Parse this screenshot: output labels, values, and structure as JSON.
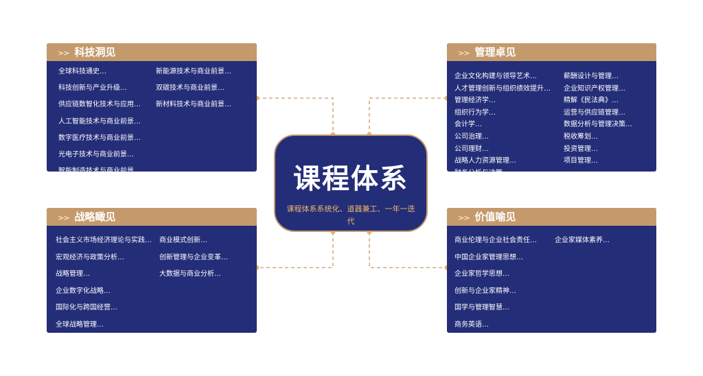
{
  "center": {
    "title": "课程体系",
    "subtitle": "课程体系系统化、道器兼工、一年一迭代"
  },
  "panels": {
    "tl": {
      "title": "科技洞见",
      "col1": [
        "全球科技通史…",
        "科技创新与产业升级…",
        "供应链数智化技术与应用…",
        "人工智能技术与商业前景…",
        "数字医疗技术与商业前景…",
        "光电子技术与商业前景…",
        "智能制造技术与商业前景…"
      ],
      "col2": [
        "新能源技术与商业前景…",
        "双碳技术与商业前景…",
        "新材料技术与商业前景…"
      ]
    },
    "tr": {
      "title": "管理卓见",
      "col1": [
        "企业文化构建与领导艺术…",
        "人才管理创新与组织绩效提升…",
        "管理经济学…",
        "组织行为学…",
        "会计学…",
        "公司治理…",
        "公司理财…",
        "战略人力资源管理…",
        "财务分析与决策…"
      ],
      "col2": [
        "薪酬设计与管理…",
        "企业知识产权管理…",
        "精解《民法典》…",
        "运营与供应链管理…",
        "数据分析与管理决策…",
        "税收筹划…",
        "投资管理…",
        "项目管理…"
      ]
    },
    "bl": {
      "title": "战略瞰见",
      "col1": [
        "社会主义市场经济理论与实践…",
        "宏观经济与政策分析…",
        "战略管理…",
        "企业数字化战略…",
        "国际化与跨国经营…",
        "全球战略管理…"
      ],
      "col2": [
        "商业模式创新…",
        "创新管理与企业变革…",
        "大数据与商业分析…"
      ]
    },
    "br": {
      "title": "价值喻见",
      "col1": [
        "商业伦理与企业社会责任…",
        "中国企业家管理思想…",
        "企业家哲学思想…",
        "创新与企业家精神…",
        "国学与管理智慧…",
        "商务英语…"
      ],
      "col2": [
        "企业家媒体素养…"
      ]
    }
  },
  "chevron": ">>",
  "colors": {
    "navy": "#232d78",
    "tan": "#c49a6c",
    "dot": "#e9b867"
  }
}
